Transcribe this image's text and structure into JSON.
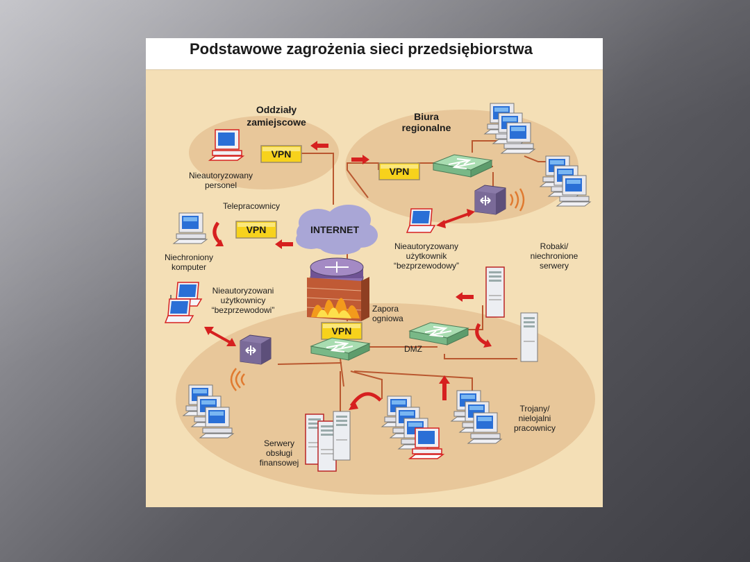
{
  "figure": {
    "title": "Podstawowe zagrożenia sieci przedsiębiorstwa"
  },
  "labels": {
    "branch_title": [
      "Oddziały",
      "zamiejscowe"
    ],
    "regional_title": [
      "Biura",
      "regionalne"
    ],
    "unauth_personnel": [
      "Nieautoryzowany",
      "personel"
    ],
    "telecommuters": "Telepracownicy",
    "internet": "INTERNET",
    "unprotected_pc": [
      "Niechroniony",
      "komputer"
    ],
    "unauth_wireless_user": [
      "Nieautoryzowany",
      "użytkownik",
      "“bezprzewodowy”"
    ],
    "worms": [
      "Robaki/",
      "niechronione",
      "serwery"
    ],
    "unauth_wireless_users": [
      "Nieautoryzowani",
      "użytkownicy",
      "“bezprzewodowi”"
    ],
    "firewall": [
      "Zapora",
      "ogniowa"
    ],
    "dmz": "DMZ",
    "trojans": [
      "Trojany/",
      "nielojalni",
      "pracownicy"
    ],
    "finance_servers": [
      "Serwery",
      "obsługi",
      "finansowej"
    ],
    "vpn": "VPN"
  },
  "colors": {
    "zone": "#e8c79a",
    "background": "#f4dfb6",
    "vpn_box": "#f7d21c",
    "switch": "#8fc99a",
    "router": "#7a6a98",
    "arrow": "#d6201f",
    "cable": "#b9572f",
    "cloud": "#a9a6d6"
  },
  "icons": [
    "vpn-box",
    "switch-icon",
    "router-icon",
    "computer-icon",
    "laptop-icon",
    "server-icon",
    "cloud-icon",
    "firewall-icon",
    "arrow-icon",
    "wireless-icon"
  ]
}
